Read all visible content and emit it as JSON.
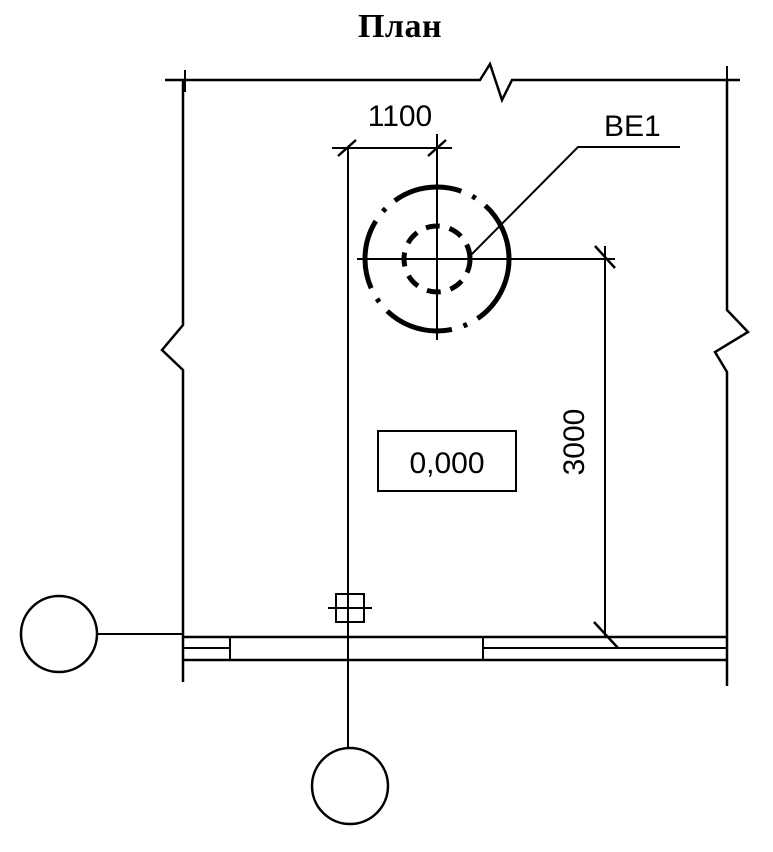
{
  "title": "План",
  "dimensions": {
    "horizontal_offset": "1100",
    "vertical_offset": "3000"
  },
  "callout_label": "ВЕ1",
  "elevation_mark": "0,000",
  "colors": {
    "ink": "#000000",
    "paper": "#ffffff"
  }
}
